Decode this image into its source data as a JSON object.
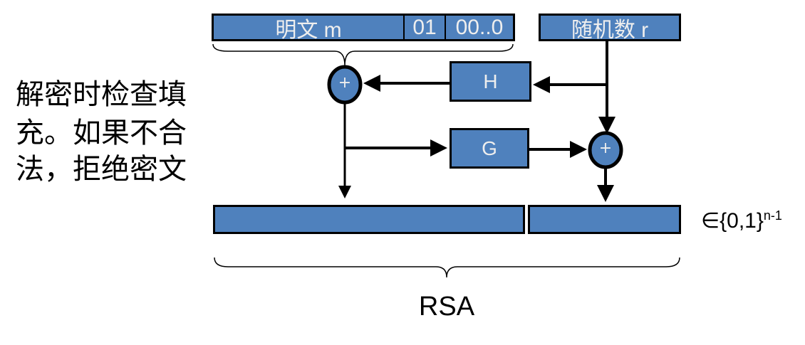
{
  "top_row": {
    "message": "明文 m",
    "pad1": "01",
    "pad2": "00..0",
    "random": "随机数 r"
  },
  "functions": {
    "h": "H",
    "g": "G",
    "xor": "+"
  },
  "output_label": {
    "base": "∈{0,1}",
    "exponent": "n-1"
  },
  "rsa_label": "RSA",
  "side_note": [
    "解密时检查填",
    "充。如果不合",
    "法，拒绝密文"
  ],
  "colors": {
    "block_fill": "#4f81bd",
    "text": "#eeeeee",
    "line": "#000000"
  }
}
